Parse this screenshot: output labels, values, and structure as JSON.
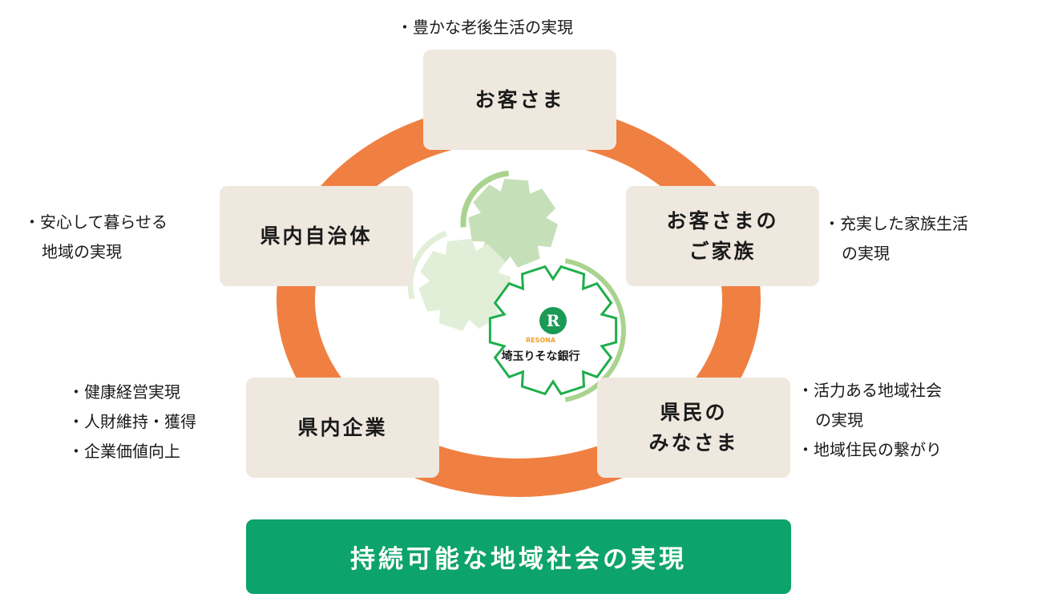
{
  "colors": {
    "ring": "#ef8042",
    "box": "#efe8df",
    "goal": "#0da36c",
    "gear_outline": "#1fae4b",
    "gear_light": "#c5e0b8",
    "gear_lighter": "#e1efd9",
    "arrow": "#a9d38f"
  },
  "center": {
    "logo_brand": "RESONA",
    "logo_name": "埼玉りそな銀行"
  },
  "stakeholders": [
    {
      "label": "お客さま",
      "notes": [
        "・豊かな老後生活の実現"
      ]
    },
    {
      "label": "お客さまの\nご家族",
      "notes": [
        "・充実した家族生活",
        "の実現"
      ]
    },
    {
      "label": "県民の\nみなさま",
      "notes": [
        "・活力ある地域社会",
        "の実現",
        "・地域住民の繋がり"
      ]
    },
    {
      "label": "県内企業",
      "notes": [
        "・健康経営実現",
        "・人財維持・獲得",
        "・企業価値向上"
      ]
    },
    {
      "label": "県内自治体",
      "notes": [
        "・安心して暮らせる",
        "地域の実現"
      ]
    }
  ],
  "goal": "持続可能な地域社会の実現"
}
